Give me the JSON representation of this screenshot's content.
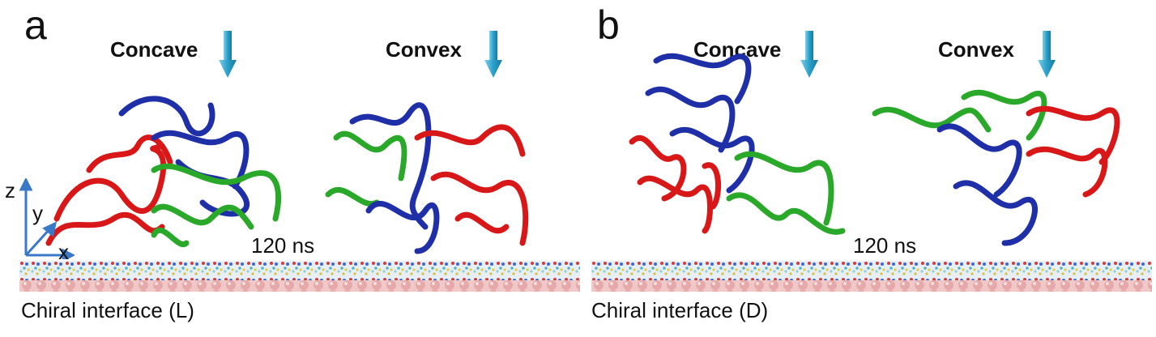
{
  "figure": {
    "panels": [
      {
        "letter": "a",
        "left_label": "Concave",
        "right_label": "Convex",
        "time": "120 ns",
        "interface": "Chiral interface (L)"
      },
      {
        "letter": "b",
        "left_label": "Concave",
        "right_label": "Convex",
        "time": "120 ns",
        "interface": "Chiral interface (D)"
      }
    ],
    "axes": {
      "z": "z",
      "y": "y",
      "x": "x"
    },
    "colors": {
      "domain_blue": "#1f2fa8",
      "domain_red": "#d81818",
      "domain_green": "#2aa82a",
      "arrow": "#2aa0c8",
      "membrane_head": "#c8d8e8",
      "membrane_base": "#e8b0b0"
    }
  }
}
